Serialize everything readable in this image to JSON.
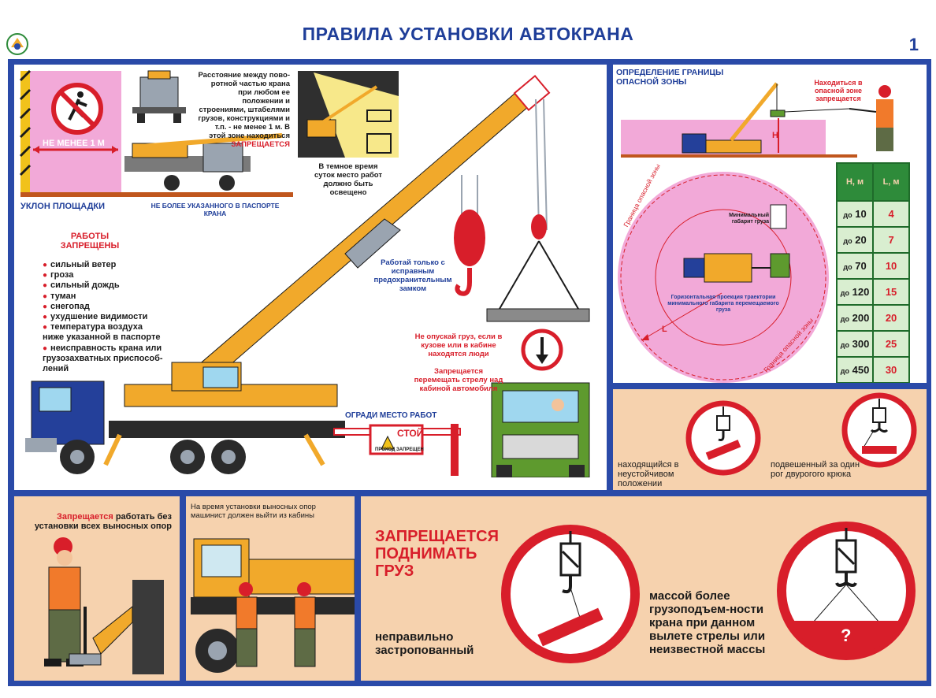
{
  "header": {
    "title": "ПРАВИЛА УСТАНОВКИ АВТОКРАНА",
    "page_number": "1"
  },
  "main": {
    "min_distance_label": "НЕ МЕНЕЕ 1 М",
    "distance_rule_pre": "Расстояние между пово-ротной частью крана при любом ее положении и строениями, штабелями грузов, конструкциями и т.п. - не менее 1 м. В этой зоне находиться",
    "distance_rule_forbidden": "ЗАПРЕЩАЕТСЯ",
    "night_note": "В темное время суток место работ должно быть освещено",
    "slope_label": "УКЛОН ПЛОЩАДКИ",
    "slope_note": "НЕ БОЛЕЕ УКАЗАННОГО В ПАСПОРТЕ КРАНА",
    "forbidden_title": "РАБОТЫ ЗАПРЕЩЕНЫ",
    "forbidden_list": [
      "сильный ветер",
      "гроза",
      "сильный дождь",
      "туман",
      "снегопад",
      "ухудшение видимости",
      "температура воздуха",
      "ниже указанной в паспорте",
      "неисправность крана или",
      "грузозахватных приспособ-",
      "лений"
    ],
    "safety_lock_note": "Работай только с исправным предохранительным замком",
    "no_lower_note": "Не опускай груз, если в кузове или в кабине находятся люди",
    "no_boom_note": "Запрещается перемещать стрелу над кабиной автомобиля",
    "fence_note": "ОГРАДИ МЕСТО РАБОТ",
    "stop_sign": "СТОЙ",
    "stop_sub": "ПРОХОД ЗАПРЕЩЕН"
  },
  "zone": {
    "title": "ОПРЕДЕЛЕНИЕ ГРАНИЦЫ ОПАСНОЙ ЗОНЫ",
    "danger_note": "Находиться в опасной зоне запрещается",
    "h_label": "Н",
    "l_label": "L",
    "boundary_label": "Граница опасной зоны",
    "min_size_label": "Минимальный габарит груза",
    "projection_label": "Горизонтальная проекция траектории минимального габарита перемещаемого груза",
    "table_headers": [
      "Н, м",
      "L, м"
    ],
    "table_prefix": "до",
    "table_rows": [
      {
        "h": "10",
        "l": "4"
      },
      {
        "h": "20",
        "l": "7"
      },
      {
        "h": "70",
        "l": "10"
      },
      {
        "h": "120",
        "l": "15"
      },
      {
        "h": "200",
        "l": "20"
      },
      {
        "h": "300",
        "l": "25"
      },
      {
        "h": "450",
        "l": "30"
      }
    ]
  },
  "hooks": {
    "unstable": "находящийся в неустойчивом положении",
    "one_horn": "подвешенный за один рог двурогого крюка"
  },
  "outriggers": {
    "forbidden_word": "Запрещается",
    "rule_rest": "работать без установки всех выносных опор",
    "operator_note": "На время установки выносных опор машинист должен выйти из кабины"
  },
  "load": {
    "warning": "ЗАПРЕЩАЕТСЯ ПОДНИМАТЬ ГРУЗ",
    "wrong_sling": "неправильно застропованный",
    "overweight": "массой более грузоподъем-ности крана при данном вылете стрелы или неизвестной массы",
    "unknown_mark": "?"
  },
  "colors": {
    "frame_blue": "#2a4aa8",
    "warning_red": "#d81e2a",
    "panel_peach": "#f6d2ae",
    "zone_pink": "#f2a9d8",
    "crane_yellow": "#f1a92b",
    "truck_blue": "#24409a",
    "truck_green": "#5e9a2e"
  }
}
